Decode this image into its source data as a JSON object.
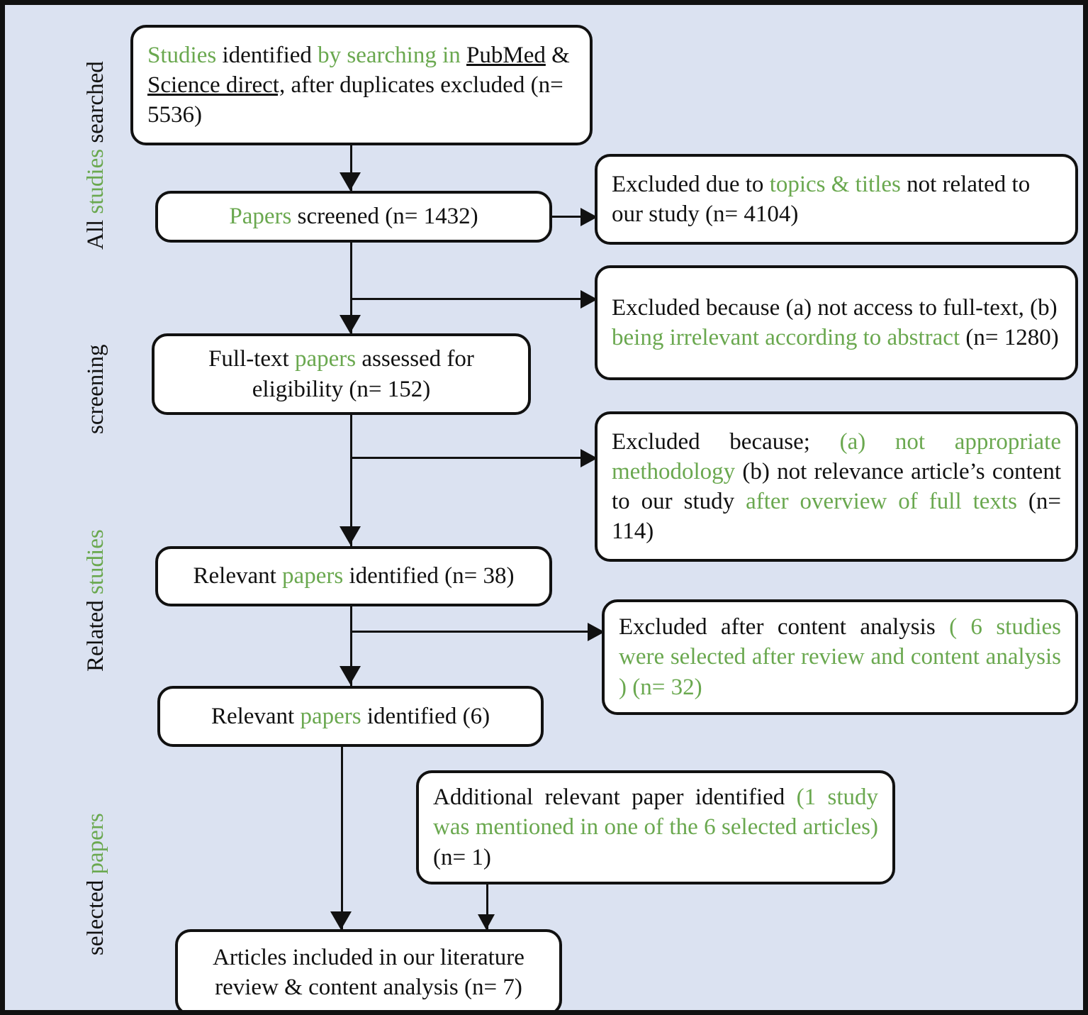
{
  "figure": {
    "type": "prisma-flow-diagram",
    "background_color": "#dbe2f1",
    "accent_color": "#6aa84f",
    "text_color": "#111111",
    "box_fill": "#ffffff"
  },
  "stage_labels": [
    {
      "id": "all-studies-searched",
      "parts": [
        {
          "text": "All ",
          "color": "black"
        },
        {
          "text": "studies ",
          "color": "green"
        },
        {
          "text": "searched",
          "color": "black"
        }
      ],
      "full_text": "All studies searched"
    },
    {
      "id": "screening",
      "parts": [
        {
          "text": "screening",
          "color": "black"
        }
      ],
      "full_text": "screening"
    },
    {
      "id": "related-studies",
      "parts": [
        {
          "text": "Related ",
          "color": "black"
        },
        {
          "text": "studies",
          "color": "green"
        }
      ],
      "full_text": "Related studies"
    },
    {
      "id": "selected-papers",
      "parts": [
        {
          "text": "selected ",
          "color": "black"
        },
        {
          "text": "papers",
          "color": "green"
        }
      ],
      "full_text": "selected papers"
    }
  ],
  "boxes": {
    "identified": {
      "id": "studies-identified",
      "full_text": "Studies identified by searching in PubMed & Science direct, after duplicates excluded (n= 5536)",
      "count_label": "(n= 5536)",
      "count": 5536
    },
    "screened": {
      "id": "papers-screened",
      "full_text": "Papers screened (n= 1432)",
      "count_label": "(n= 1432)",
      "count": 1432
    },
    "fulltext": {
      "id": "full-text-assessed",
      "full_text": "Full-text papers assessed for eligibility (n= 152)",
      "count_label": "(n= 152)",
      "count": 152
    },
    "relevant38": {
      "id": "relevant-papers-38",
      "full_text": "Relevant papers identified (n= 38)",
      "count_label": "(n= 38)",
      "count": 38
    },
    "relevant6": {
      "id": "relevant-papers-6",
      "full_text": "Relevant papers identified (6)",
      "count_label": "(6)",
      "count": 6
    },
    "additional": {
      "id": "additional-relevant-paper",
      "full_text": "Additional relevant paper identified (1 study was mentioned in one of the 6 selected articles) (n= 1)",
      "count_label": "(n= 1)",
      "count": 1
    },
    "included": {
      "id": "articles-included",
      "full_text": "Articles included in our literature review & content analysis (n= 7)",
      "count_label": "(n= 7)",
      "count": 7
    },
    "excluded_topics": {
      "id": "excluded-topics-titles",
      "full_text": "Excluded due to topics & titles not related to our study (n= 4104)",
      "count_label": "(n= 4104)",
      "count": 4104
    },
    "excluded_access": {
      "id": "excluded-no-access-irrelevant",
      "full_text": "Excluded because (a) not access to full-text, (b) being irrelevant according to abstract (n= 1280)",
      "count_label": "(n= 1280)",
      "count": 1280
    },
    "excluded_method": {
      "id": "excluded-methodology-relevance",
      "full_text": "Excluded because; (a) not appropriate methodology (b) not relevance article’s content to our study after overview of full texts (n= 114)",
      "count_label": "(n= 114)",
      "count": 114
    },
    "excluded_content": {
      "id": "excluded-after-content-analysis",
      "full_text": "Excluded after content analysis ( 6 studies were selected after review and content analysis ) (n= 32)",
      "count_label": "(n= 32)",
      "count": 32
    }
  },
  "text_runs": {
    "identified": {
      "s1": "Studies ",
      "s2": "identified ",
      "s3": "by searching in ",
      "s4": "PubMed",
      "s5": " & ",
      "s6": "Science direct,",
      "s7": " after duplicates excluded (n= 5536)"
    },
    "screened": {
      "s1": "Papers ",
      "s2": "screened (n= 1432)"
    },
    "fulltext": {
      "s1": "Full-text ",
      "s2": "papers ",
      "s3": "assessed for eligibility (n= 152)"
    },
    "relevant38": {
      "s1": "Relevant ",
      "s2": "papers ",
      "s3": "identified (n= 38)"
    },
    "relevant6": {
      "s1": "Relevant ",
      "s2": "papers ",
      "s3": "identified (6)"
    },
    "included": {
      "s1": "Articles included in our literature review & content analysis (n= 7)"
    },
    "additional": {
      "s1": "Additional relevant paper identified ",
      "s2": "(1 study was mentioned in one of the 6 selected articles) ",
      "s3": " (n= 1)"
    },
    "excluded_topics": {
      "s1": "Excluded due to ",
      "s2": "topics & titles ",
      "s3": "not related to our study (n= 4104)"
    },
    "excluded_access": {
      "s1": "Excluded because (a) not access to full-text, (b) ",
      "s2": "being irrelevant according to abstract ",
      "s3": "(n= 1280)"
    },
    "excluded_method": {
      "s1": "Excluded because; ",
      "s2": "(a) not appropriate methodology ",
      "s3": "(b) not relevance article’s content to our study ",
      "s4": "after overview of full texts ",
      "s5": "(n= 114)"
    },
    "excluded_content": {
      "s1": "Excluded after content analysis ",
      "s2": "( 6 studies were selected after review and content analysis ) (n= 32)"
    }
  }
}
